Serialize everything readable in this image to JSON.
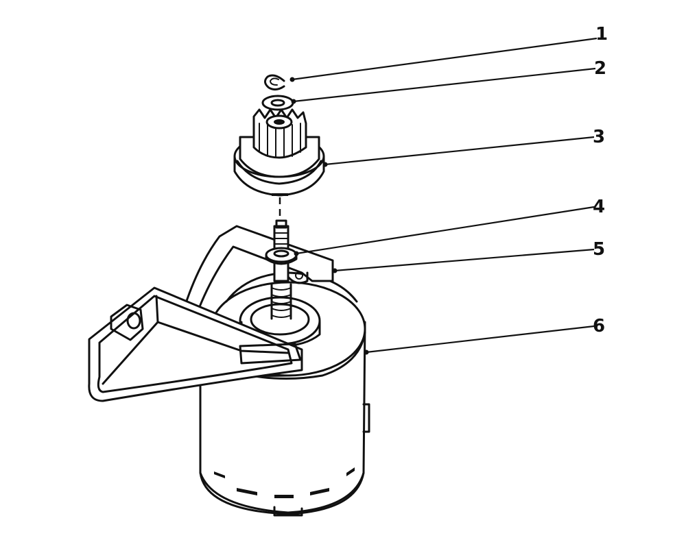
{
  "callouts": [
    {
      "id": "1",
      "label": "1",
      "part": "retaining-ring"
    },
    {
      "id": "2",
      "label": "2",
      "part": "thrust-washer"
    },
    {
      "id": "3",
      "label": "3",
      "part": "pinion-gear"
    },
    {
      "id": "4",
      "label": "4",
      "part": "helix-washer"
    },
    {
      "id": "5",
      "label": "5",
      "part": "mounting-bracket"
    },
    {
      "id": "6",
      "label": "6",
      "part": "starter-motor"
    }
  ],
  "colors": {
    "ink": "#111111",
    "paper": "#ffffff"
  }
}
